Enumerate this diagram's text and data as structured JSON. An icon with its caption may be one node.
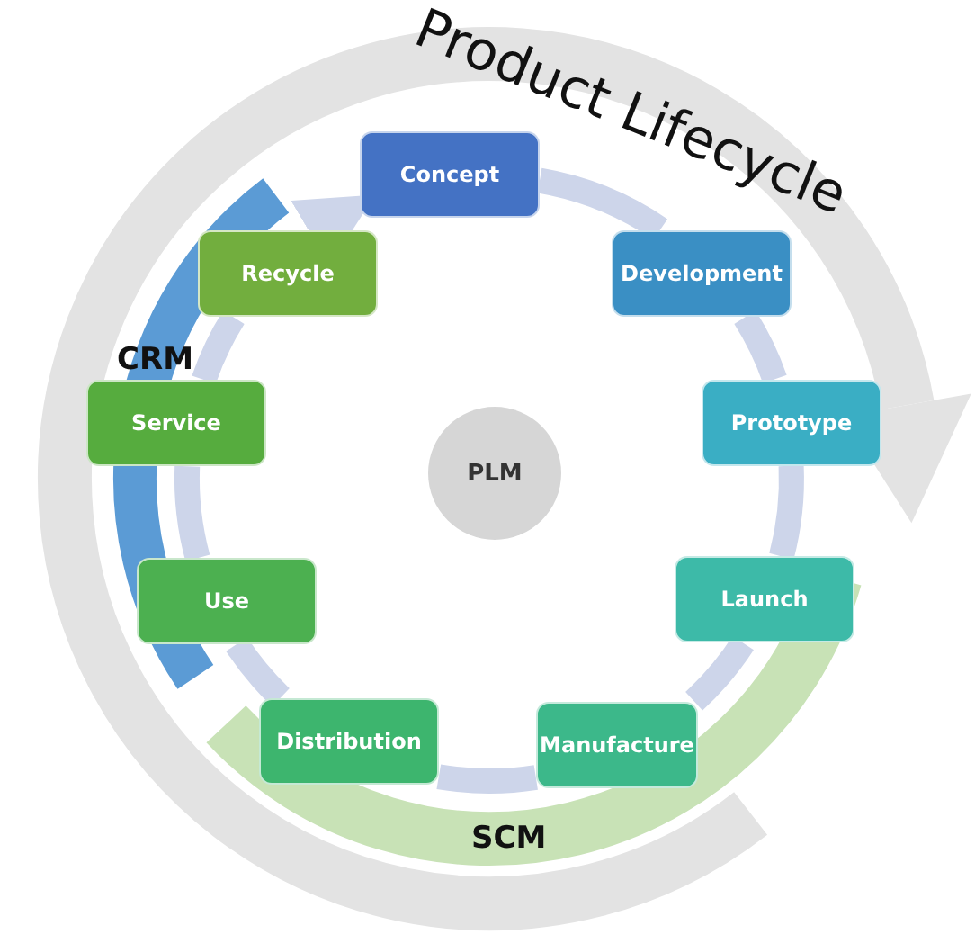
{
  "diagram": {
    "nodes": [
      {
        "text": [
          "Concept"
        ]
      },
      {
        "text": [
          "Development"
        ]
      },
      {
        "text": [
          "Prototype"
        ]
      },
      {
        "text": [
          "Launch"
        ]
      },
      {
        "text": [
          "Manufacture"
        ]
      },
      {
        "text": [
          "Distribution"
        ]
      },
      {
        "text": [
          "Use"
        ]
      },
      {
        "text": [
          "Service"
        ]
      },
      {
        "text": [
          "Recycle"
        ]
      },
      {
        "text": [
          "PLM"
        ]
      }
    ],
    "edges": [
      {
        "from": 0,
        "to": 1,
        "arrow": "none"
      },
      {
        "from": 1,
        "to": 2,
        "arrow": "none"
      },
      {
        "from": 2,
        "to": 3,
        "arrow": "none"
      },
      {
        "from": 3,
        "to": 4,
        "arrow": "none"
      },
      {
        "from": 4,
        "to": 5,
        "arrow": "none"
      },
      {
        "from": 5,
        "to": 6,
        "arrow": "none"
      },
      {
        "from": 6,
        "to": 7,
        "arrow": "none"
      },
      {
        "from": 7,
        "to": 8,
        "arrow": "none"
      },
      {
        "from": 8,
        "to": 0,
        "arrow": "to"
      }
    ],
    "labels": [
      "Product Lifecycle",
      "CRM",
      "SCM"
    ]
  }
}
